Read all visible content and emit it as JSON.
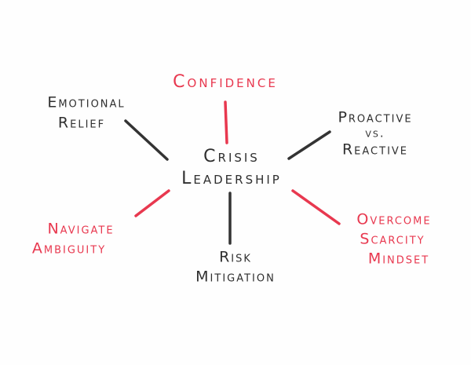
{
  "colors": {
    "ink": "#2f2f2f",
    "accent": "#e8384f"
  },
  "center": {
    "line1": "Crisis",
    "line2": "Leadership"
  },
  "branches": [
    {
      "id": "confidence",
      "lines": [
        "Confidence"
      ],
      "color": "accent"
    },
    {
      "id": "emotional-relief",
      "lines": [
        "Emotional",
        "Relief"
      ],
      "color": "ink"
    },
    {
      "id": "proactive-vs-reactive",
      "lines": [
        "Proactive",
        "vs.",
        "Reactive"
      ],
      "color": "ink"
    },
    {
      "id": "navigate-ambiguity",
      "lines": [
        "Navigate",
        "Ambiguity"
      ],
      "color": "accent"
    },
    {
      "id": "risk-mitigation",
      "lines": [
        "Risk",
        "Mitigation"
      ],
      "color": "ink"
    },
    {
      "id": "overcome-scarcity-mindset",
      "lines": [
        "Overcome",
        "Scarcity",
        "Mindset"
      ],
      "color": "accent"
    }
  ]
}
